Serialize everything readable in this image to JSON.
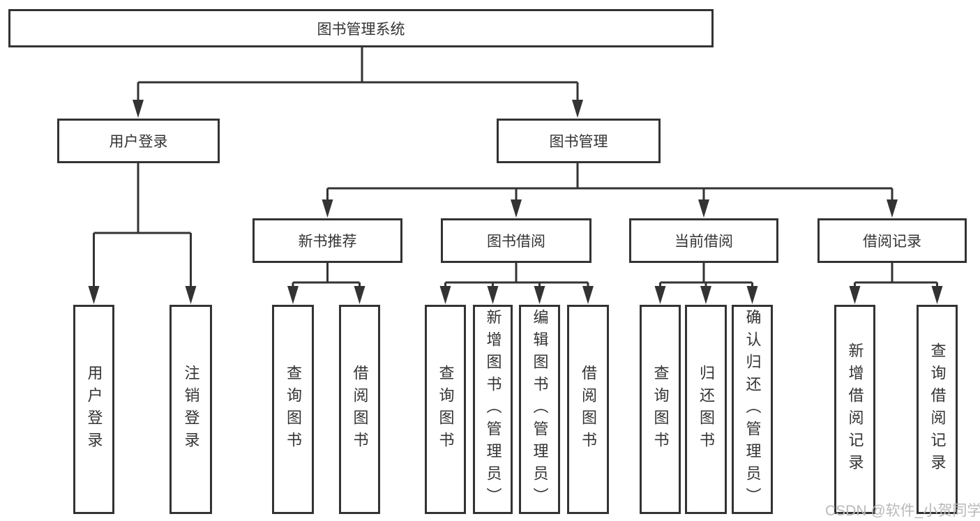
{
  "title": "图书管理系统",
  "watermark": "CSDN @软件_小贺同学",
  "level2": {
    "user_login": "用户登录",
    "book_mgmt": "图书管理"
  },
  "user_login_children": [
    "用户登录",
    "注销登录"
  ],
  "modules": [
    {
      "label": "新书推荐",
      "children": [
        "查询图书",
        "借阅图书"
      ]
    },
    {
      "label": "图书借阅",
      "children": [
        "查询图书",
        "新增图书（管理员）",
        "编辑图书（管理员）",
        "借阅图书"
      ]
    },
    {
      "label": "当前借阅",
      "children": [
        "查询图书",
        "归还图书",
        "确认归还（管理员）"
      ]
    },
    {
      "label": "借阅记录",
      "children": [
        "新增借阅记录",
        "查询借阅记录"
      ]
    }
  ],
  "colors": {
    "line": "#333333",
    "text": "#333333",
    "watermark": "#b9b9b9",
    "background": "#ffffff"
  }
}
